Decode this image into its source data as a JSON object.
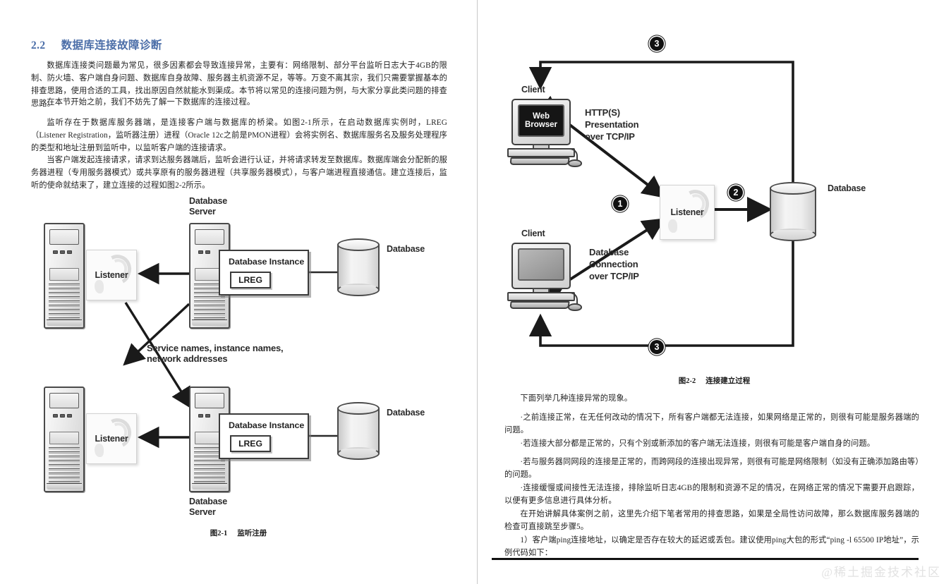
{
  "document": {
    "watermark": "@稀土掘金技术社区"
  },
  "left_page": {
    "section": {
      "number": "2.2",
      "title": "数据库连接故障诊断"
    },
    "paragraphs": [
      "数据库连接类问题最为常见，很多因素都会导致连接异常，主要有：网络限制、部分平台监听日志大于4GB的限制、防火墙、客户端自身问题、数据库自身故障、服务器主机资源不足，等等。万变不离其宗，我们只需要掌握基本的排查思路，使用合适的工具，找出原因自然就能水到渠成。本节将以常见的连接问题为例，与大家分享此类问题的排查思路。",
      "在本节开始之前，我们不妨先了解一下数据库的连接过程。",
      "监听存在于数据库服务器端，是连接客户端与数据库的桥梁。如图2-1所示，在启动数据库实例时，LREG（Listener Registration，监听器注册）进程（Oracle 12c之前是PMON进程）会将实例名、数据库服务名及服务处理程序的类型和地址注册到监听中，以监听客户端的连接请求。",
      "当客户端发起连接请求，请求到达服务器端后，监听会进行认证，并将请求转发至数据库。数据库端会分配新的服务器进程（专用服务器模式）或共享原有的服务器进程（共享服务器模式），与客户端进程直接通信。建立连接后，监听的使命就结束了，建立连接的过程如图2-2所示。"
    ],
    "figure1": {
      "caption_number": "图2-1",
      "caption_title": "监听注册",
      "labels": {
        "database_server_top": "Database\nServer",
        "database_server_bottom": "Database\nServer",
        "listener": "Listener",
        "database_instance": "Database Instance",
        "lreg": "LREG",
        "database": "Database",
        "flow_note": "Service names, instance names,\nnetwork addresses"
      }
    }
  },
  "right_page": {
    "figure2": {
      "caption_number": "图2-2",
      "caption_title": "连接建立过程",
      "labels": {
        "client_top": "Client",
        "client_bottom": "Client",
        "web_browser": "Web\nBrowser",
        "listener": "Listener",
        "database": "Database",
        "http_link": "HTTP(S)\nPresentation\nover TCP/IP",
        "db_link": "Database\nConnection\nover TCP/IP"
      },
      "steps": [
        "1",
        "2",
        "3",
        "3"
      ]
    },
    "paragraphs": [
      "下面列举几种连接异常的现象。",
      "·之前连接正常，在无任何改动的情况下，所有客户端都无法连接，如果网络是正常的，则很有可能是服务器端的问题。",
      "·若连接大部分都是正常的，只有个别或新添加的客户端无法连接，则很有可能是客户端自身的问题。",
      "·若与服务器同网段的连接是正常的，而跨网段的连接出现异常，则很有可能是网络限制（如没有正确添加路由等）的问题。",
      "·连接缓慢或间接性无法连接，排除监听日志4GB的限制和资源不足的情况，在网络正常的情况下需要开启跟踪，以便有更多信息进行具体分析。",
      "在开始讲解具体案例之前，这里先介绍下笔者常用的排查思路，如果是全局性访问故障，那么数据库服务器端的检查可直接跳至步骤5。",
      "1）客户端ping连接地址，以确定是否存在较大的延迟或丢包。建议使用ping大包的形式“ping -l 65500 IP地址”，示例代码如下："
    ]
  }
}
